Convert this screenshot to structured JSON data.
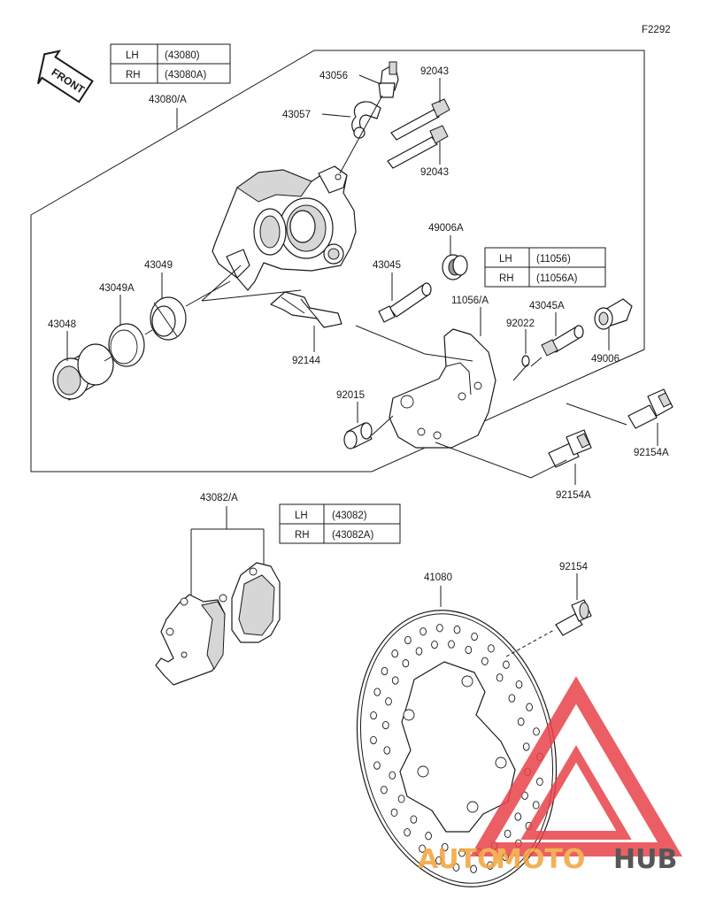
{
  "diagram_code": "F2292",
  "front_label": "FRONT",
  "tables": {
    "caliper": {
      "rows": [
        {
          "side": "LH",
          "part": "(43080)"
        },
        {
          "side": "RH",
          "part": "(43080A)"
        }
      ]
    },
    "bracket": {
      "rows": [
        {
          "side": "LH",
          "part": "(11056)"
        },
        {
          "side": "RH",
          "part": "(11056A)"
        }
      ]
    },
    "pads": {
      "rows": [
        {
          "side": "LH",
          "part": "(43082)"
        },
        {
          "side": "RH",
          "part": "(43082A)"
        }
      ]
    }
  },
  "parts": {
    "caliper_assy": "43080/A",
    "bleeder_valve": "43056",
    "bleeder_cap": "43057",
    "pin_top": "92043",
    "pin_bottom": "92043",
    "piston_seal_outer": "43049",
    "piston_seal_inner": "43049A",
    "piston": "43048",
    "pad_spring": "92144",
    "boot_top": "49006A",
    "slide_pin_upper": "43045",
    "bracket": "11056/A",
    "ring": "92022",
    "slide_pin_lower": "43045A",
    "boot_lower": "49006",
    "sleeve": "92015",
    "bolt_right": "92154A",
    "bolt_lower": "92154A",
    "pad_set": "43082/A",
    "disc": "41080",
    "disc_bolt": "92154"
  },
  "watermark": {
    "part1": "AUTO",
    "part2": "MOTO",
    "part3": "HUB"
  },
  "colors": {
    "line": "#1a1a1a",
    "watermark_red": "#e8444a",
    "watermark_orange": "#f2a33a",
    "watermark_dark": "#3a3a3a"
  }
}
